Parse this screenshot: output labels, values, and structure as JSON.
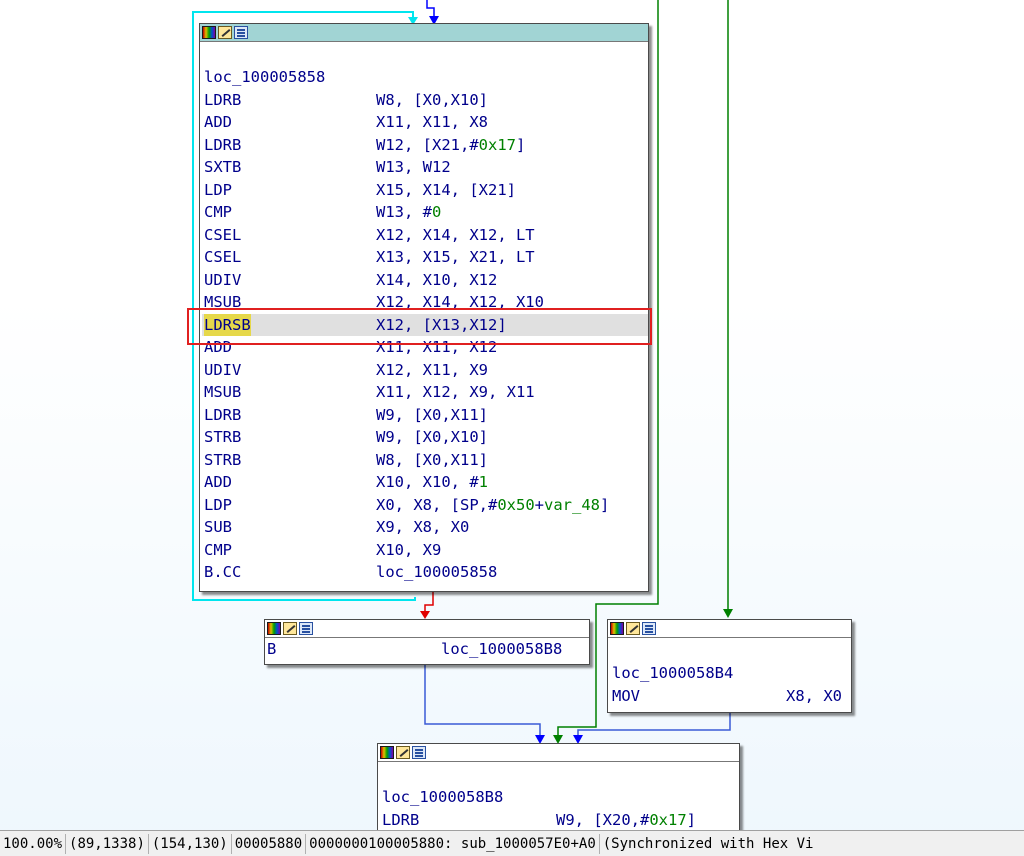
{
  "main_block": {
    "label": "loc_100005858",
    "lines": [
      {
        "mn": "LDRB",
        "ops": "W8, [X0,X10]"
      },
      {
        "mn": "ADD",
        "ops": "X11, X11, X8"
      },
      {
        "mn": "LDRB",
        "ops": "W12, [X21,#0x17]"
      },
      {
        "mn": "SXTB",
        "ops": "W13, W12"
      },
      {
        "mn": "LDP",
        "ops": "X15, X14, [X21]"
      },
      {
        "mn": "CMP",
        "ops": "W13, #0"
      },
      {
        "mn": "CSEL",
        "ops": "X12, X14, X12, LT"
      },
      {
        "mn": "CSEL",
        "ops": "X13, X15, X21, LT"
      },
      {
        "mn": "UDIV",
        "ops": "X14, X10, X12"
      },
      {
        "mn": "MSUB",
        "ops": "X12, X14, X12, X10"
      },
      {
        "mn": "LDRSB",
        "ops": "X12, [X13,X12]",
        "selected": true
      },
      {
        "mn": "ADD",
        "ops": "X11, X11, X12"
      },
      {
        "mn": "UDIV",
        "ops": "X12, X11, X9"
      },
      {
        "mn": "MSUB",
        "ops": "X11, X12, X9, X11"
      },
      {
        "mn": "LDRB",
        "ops": "W9, [X0,X11]"
      },
      {
        "mn": "STRB",
        "ops": "W9, [X0,X10]"
      },
      {
        "mn": "STRB",
        "ops": "W8, [X0,X11]"
      },
      {
        "mn": "ADD",
        "ops": "X10, X10, #1"
      },
      {
        "mn": "LDP",
        "ops": "X0, X8, [SP,#0x50+var_48]"
      },
      {
        "mn": "SUB",
        "ops": "X9, X8, X0"
      },
      {
        "mn": "CMP",
        "ops": "X10, X9"
      },
      {
        "mn": "B.CC",
        "ops": "loc_100005858"
      }
    ]
  },
  "branch_block": {
    "mn": "B",
    "ops": "loc_1000058B8"
  },
  "mov_block": {
    "label": "loc_1000058B4",
    "mn": "MOV",
    "ops": "X8, X0"
  },
  "bottom_block": {
    "label": "loc_1000058B8",
    "mn": "LDRB",
    "ops": "W9, [X20,#0x17]"
  },
  "status_bar": {
    "zoom": "100.00%",
    "graph_pos": "(89,1338)",
    "mouse_pos": "(154,130)",
    "file_offset": "00005880",
    "location": "0000000100005880: sub_1000057E0+A0",
    "sync": "(Synchronized with Hex Vi"
  },
  "colors": {
    "edge_loop": "#00e5ee",
    "edge_normal": "#0000ff",
    "edge_false": "#e00000",
    "edge_true": "#008000",
    "header_selected": "#a1d4d4",
    "selection_box": "#e02020",
    "mnemonic_highlight": "#e6d84a"
  }
}
